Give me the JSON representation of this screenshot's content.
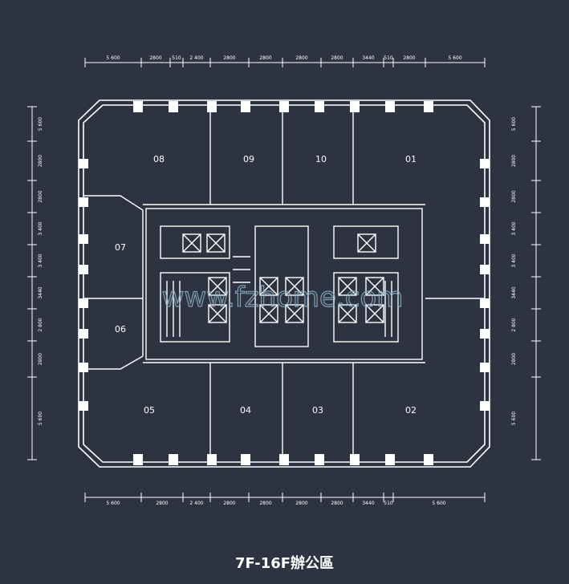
{
  "title": "7F-16F辦公區",
  "watermark": "www.fzhome.com",
  "colors": {
    "background": "#2d3340",
    "line": "#ffffff",
    "watermark": "#8fb3c9"
  },
  "dimensions": {
    "top": [
      "5 600",
      "2800",
      "510",
      "2 400",
      "2800",
      "2800",
      "2800",
      "2800",
      "3440",
      "510",
      "2800",
      "5 600"
    ],
    "bottom": [
      "5 600",
      "2800",
      "2 400",
      "2800",
      "2800",
      "2800",
      "2800",
      "3440",
      "510",
      "5 600"
    ],
    "left": [
      "5 600",
      "2800",
      "2800",
      "3 400",
      "3 400",
      "3440",
      "2 800",
      "2800",
      "5 600"
    ],
    "right": [
      "5 600",
      "2800",
      "2800",
      "3 400",
      "3 400",
      "3440",
      "2 800",
      "2800",
      "5 600"
    ]
  },
  "rooms": [
    "08",
    "09",
    "10",
    "01",
    "07",
    "06",
    "05",
    "04",
    "03",
    "02"
  ]
}
